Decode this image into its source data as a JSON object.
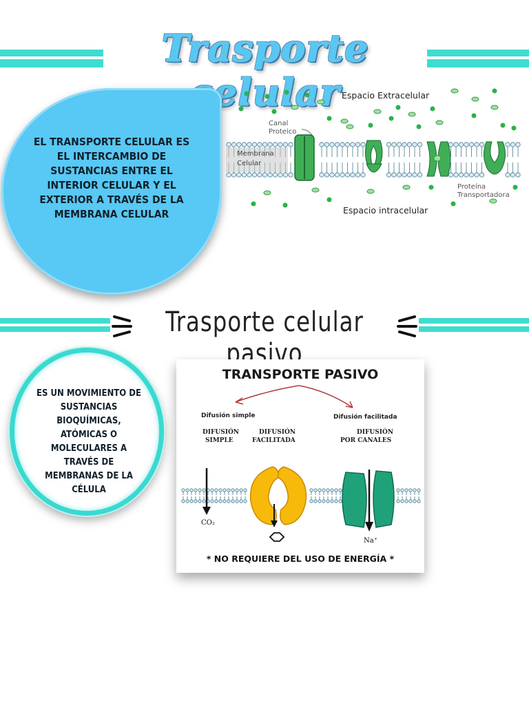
{
  "title": "Trasporte celular",
  "intro": {
    "text": "EL TRANSPORTE CELULAR ES EL INTERCAMBIO DE SUSTANCIAS ENTRE EL INTERIOR CELULAR Y EL EXTERIOR A TRAVÉS DE LA MEMBRANA CELULAR"
  },
  "membrane_diagram": {
    "extracellular": "Espacio Extracelular",
    "intracellular": "Espacio intracelular",
    "channel_label_1": "Canal",
    "channel_label_2": "Proteico",
    "membrane_label_1": "Membrana",
    "membrane_label_2": "Celular",
    "carrier_label_1": "Proteína",
    "carrier_label_2": "Transportadora"
  },
  "passive": {
    "heading": "Trasporte celular pasivo",
    "definition": "ES UN MOVIMIENTO DE SUSTANCIAS BIOQUÍMICAS, ATÓMICAS O MOLECULARES A TRAVÉS DE MEMBRANAS DE LA CÉLULA"
  },
  "passive_diagram": {
    "title": "TRANSPORTE PASIVO",
    "branch_left": "Difusión simple",
    "branch_right": "Difusión facilitada",
    "col1_line1": "DIFUSIÓN",
    "col1_line2": "SIMPLE",
    "col2_line1": "DIFUSIÓN",
    "col2_line2": "FACILITADA",
    "col3_line1": "DIFUSIÓN",
    "col3_line2": "POR CANALES",
    "co2": "CO₂",
    "na": "Na⁺",
    "footer": "* NO REQUIERE DEL USO DE ENERGÍA *"
  },
  "colors": {
    "band": "#3fdcd0",
    "drop": "#58c8f4",
    "protein_green": "#2f9e4a",
    "carrier_yellow": "#f7b90a",
    "channel_green": "#1fa27a"
  }
}
